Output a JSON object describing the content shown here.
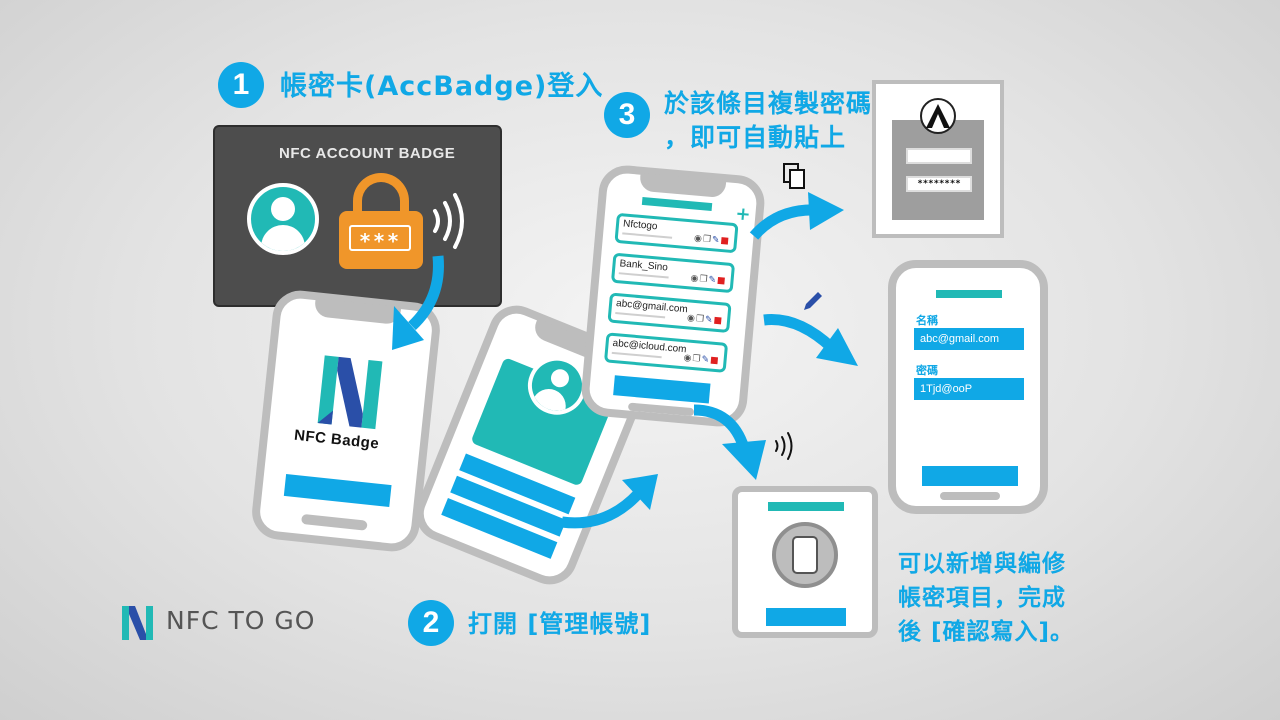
{
  "steps": {
    "step1": {
      "number": "1",
      "title": "帳密卡(AccBadge)登入"
    },
    "step2": {
      "number": "2",
      "title": "打開 [管理帳號]"
    },
    "step3": {
      "number": "3",
      "title_line1": "於該條目複製密碼",
      "title_line2": "，即可自動貼上"
    }
  },
  "badge_card": {
    "title": "NFC ACCOUNT BADGE",
    "password_mask": "***"
  },
  "phone1": {
    "logo_label": "NFC Badge"
  },
  "account_list": {
    "add_symbol": "+",
    "entries": [
      {
        "name": "Nfctogo"
      },
      {
        "name": "Bank_Sino"
      },
      {
        "name": "abc@gmail.com"
      },
      {
        "name": "abc@icloud.com"
      }
    ]
  },
  "login_form": {
    "password_mask": "********"
  },
  "edit_form": {
    "name_label": "名稱",
    "name_value": "abc@gmail.com",
    "password_label": "密碼",
    "password_value": "1Tjd@ooP"
  },
  "note": {
    "line1": "可以新增與編修",
    "line2": "帳密項目，完成",
    "line3": "後 [確認寫入]。"
  },
  "brand": {
    "name": "NFC TO GO"
  },
  "colors": {
    "accent_blue": "#10a8e6",
    "teal": "#21b9b5",
    "orange": "#f0962a",
    "card_dark": "#4d4d4d",
    "grey": "#bdbdbd"
  }
}
